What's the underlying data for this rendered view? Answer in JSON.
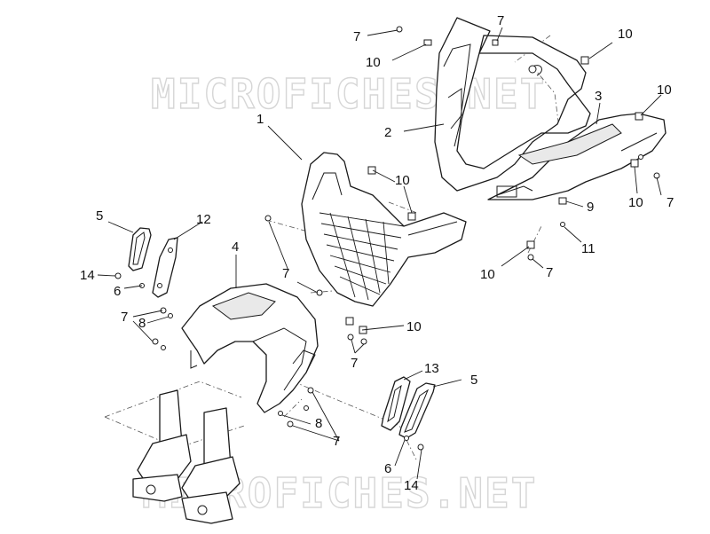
{
  "watermark": {
    "text": "MICROFICHES.NET"
  },
  "callouts": [
    {
      "id": "c1",
      "label": "1"
    },
    {
      "id": "c2",
      "label": "2"
    },
    {
      "id": "c3",
      "label": "3"
    },
    {
      "id": "c4",
      "label": "4"
    },
    {
      "id": "c5a",
      "label": "5"
    },
    {
      "id": "c5b",
      "label": "5"
    },
    {
      "id": "c6a",
      "label": "6"
    },
    {
      "id": "c6b",
      "label": "6"
    },
    {
      "id": "c7a",
      "label": "7"
    },
    {
      "id": "c7b",
      "label": "7"
    },
    {
      "id": "c7c",
      "label": "7"
    },
    {
      "id": "c7d",
      "label": "7"
    },
    {
      "id": "c7e",
      "label": "7"
    },
    {
      "id": "c7f",
      "label": "7"
    },
    {
      "id": "c7g",
      "label": "7"
    },
    {
      "id": "c7h",
      "label": "7"
    },
    {
      "id": "c8a",
      "label": "8"
    },
    {
      "id": "c8b",
      "label": "8"
    },
    {
      "id": "c9",
      "label": "9"
    },
    {
      "id": "c10a",
      "label": "10"
    },
    {
      "id": "c10b",
      "label": "10"
    },
    {
      "id": "c10c",
      "label": "10"
    },
    {
      "id": "c10d",
      "label": "10"
    },
    {
      "id": "c10e",
      "label": "10"
    },
    {
      "id": "c10f",
      "label": "10"
    },
    {
      "id": "c10g",
      "label": "10"
    },
    {
      "id": "c11",
      "label": "11"
    },
    {
      "id": "c12",
      "label": "12"
    },
    {
      "id": "c13",
      "label": "13"
    },
    {
      "id": "c14a",
      "label": "14"
    },
    {
      "id": "c14b",
      "label": "14"
    }
  ]
}
